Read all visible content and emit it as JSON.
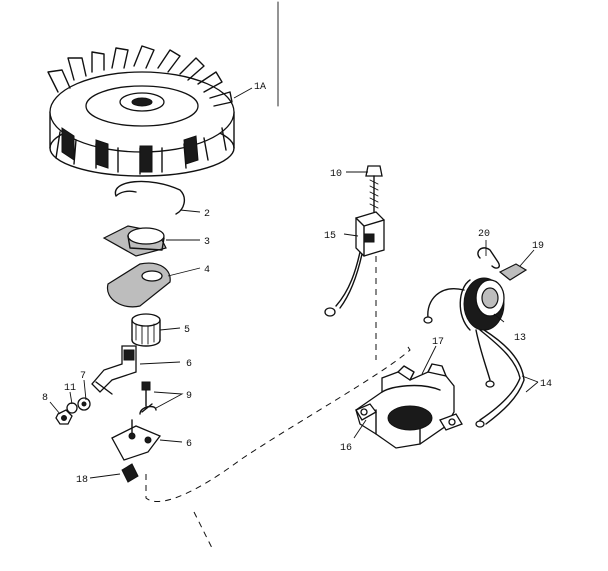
{
  "labels": {
    "flywheel": "1A",
    "spring_clip": "2",
    "cup": "3",
    "gasket": "4",
    "bushing": "5",
    "bracket_upper": "6",
    "bracket_lower": "6",
    "washer": "7",
    "nut": "8",
    "screw_set": "9",
    "bolt": "10",
    "lockwasher": "11",
    "coil": "13",
    "leads": "14",
    "condenser": "15",
    "base": "16",
    "base_tab": "17",
    "clip": "18",
    "spring_plate": "19",
    "wire_spring": "20"
  }
}
